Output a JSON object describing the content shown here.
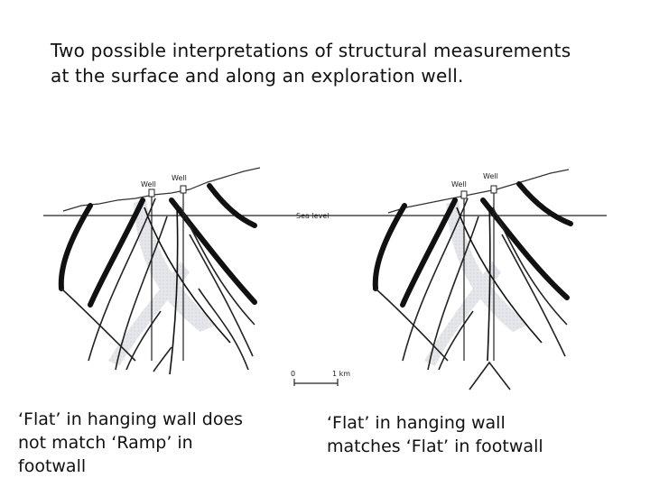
{
  "title": {
    "line1": "Two possible interpretations of structural measurements",
    "line2": "at the surface and along an exploration well."
  },
  "diagram": {
    "well_label": "Well",
    "sea_level_label": "Sea level",
    "scale_zero": "0",
    "scale_one": "1 km"
  },
  "captions": {
    "left": [
      "‘Flat’ in hanging wall does",
      "not match ‘Ramp’ in",
      "footwall"
    ],
    "right": [
      "‘Flat’ in hanging wall",
      "matches ‘Flat’ in footwall"
    ]
  }
}
